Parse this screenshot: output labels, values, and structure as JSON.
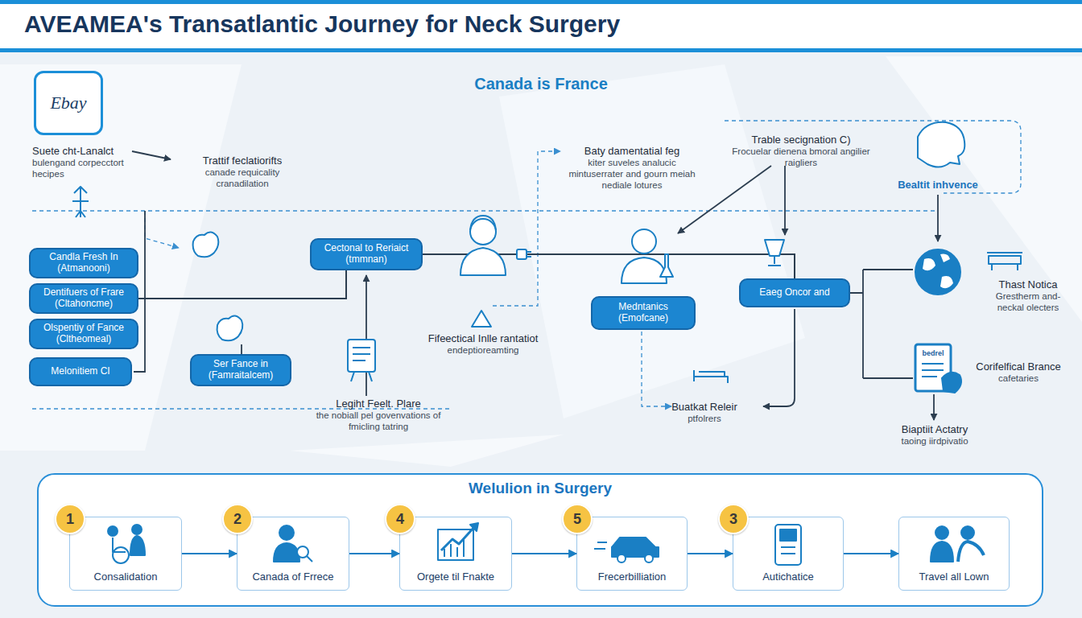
{
  "diagram": {
    "title": "AVEAMEA's Transatlantic Journey for Neck Surgery",
    "nodes": [
      {
        "text": [
          "Ebay"
        ]
      },
      {
        "text": [
          "Candla Fresh In (Atmanooni)"
        ]
      },
      {
        "text": [
          "Dentifuers of Frare (Cltahoncme)"
        ]
      },
      {
        "text": [
          "Olspentiy of Fance (Cltheomeal)"
        ]
      },
      {
        "text": [
          "Melonitiem CI"
        ]
      },
      {
        "text": [
          "Ser Fance in (Famraitalcem)"
        ]
      },
      {
        "text": [
          "Cectonal to Reriaict (tmmnan)"
        ]
      },
      {
        "text": [
          "Medntanics (Emofcane)"
        ]
      },
      {
        "text": [
          "Eaeg Oncor and"
        ]
      },
      {
        "text": [
          "Welulion in Surgery"
        ]
      },
      {
        "text": [
          "1"
        ],
        "in": 9
      },
      {
        "text": [
          "Consalidation"
        ],
        "in": 9
      },
      {
        "text": [
          "2"
        ],
        "in": 9
      },
      {
        "text": [
          "Canada of Frrece"
        ],
        "in": 9
      },
      {
        "text": [
          "4"
        ],
        "in": 9
      },
      {
        "text": [
          "Orgete til Fnakte"
        ],
        "in": 9
      },
      {
        "text": [
          "5"
        ],
        "in": 9
      },
      {
        "text": [
          "Frecerbilliation"
        ],
        "in": 9
      },
      {
        "text": [
          "3"
        ],
        "in": 9
      },
      {
        "text": [
          "Autichatice"
        ],
        "in": 9
      },
      {
        "text": [
          "Travel all Lown"
        ],
        "in": 9
      }
    ],
    "edges": [
      {
        "from": 2,
        "to": 6,
        "arrow": "none"
      },
      {
        "from": 6,
        "to": 8,
        "arrow": "none"
      },
      {
        "from": 11,
        "to": 13,
        "arrow": "to"
      },
      {
        "from": 13,
        "to": 15,
        "arrow": "to"
      },
      {
        "from": 15,
        "to": 17,
        "arrow": "to"
      },
      {
        "from": 17,
        "to": 19,
        "arrow": "to"
      },
      {
        "from": 19,
        "to": 20,
        "arrow": "to"
      }
    ],
    "labels": [
      "Canada is France",
      "Suete cht-Lanalct",
      "bulengand corpecctort hecipes",
      "Trattif feclatiorifts",
      "canade requicality cranadilation",
      "Baty damentatial feg",
      "kiter suveles analucic mintuserrater and gourn meiah nediale lotures",
      "Trable secignation C)",
      "Frocuelar dienena bmoral angilier raigliers",
      "Bealtit inhvence",
      "Fifeectical Inlle rantatiot",
      "endeptioreamting",
      "Legiht Feelt. Plare",
      "the nobiall pel govenvations of fmicling tatring",
      "Buatkat Releir",
      "ptfolrers",
      "Thast Notica",
      "Grestherm and- neckal olecters",
      "Corifelfical Brance",
      "cafetaries",
      "Biaptiit Actatry",
      "taoing iirdpivatio",
      "bedrel"
    ]
  }
}
